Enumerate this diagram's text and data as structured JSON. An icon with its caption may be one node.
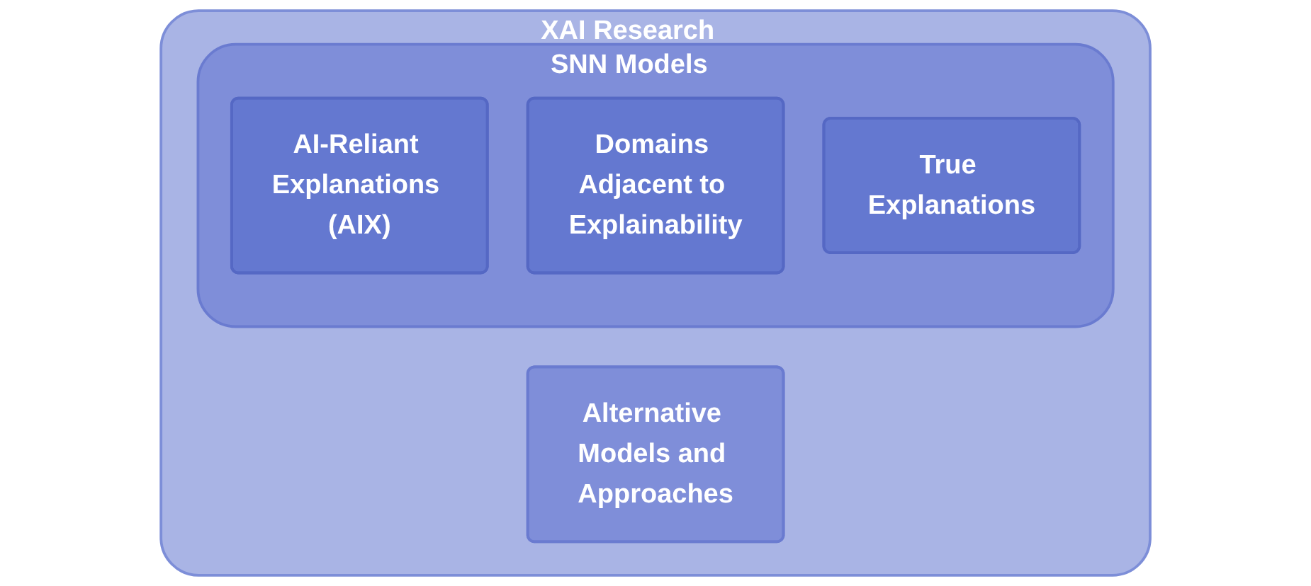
{
  "diagram": {
    "nodes": [
      {
        "text": [
          "XAI Research"
        ]
      },
      {
        "text": [
          "SNN Models"
        ],
        "in": 0
      },
      {
        "text": [
          "AI-Reliant Explanations (AIX)"
        ],
        "in": 1
      },
      {
        "text": [
          "Domains Adjacent to Explainability"
        ],
        "in": 1
      },
      {
        "text": [
          "True Explanations"
        ],
        "in": 1
      },
      {
        "text": [
          "Alternative Models and Approaches"
        ],
        "in": 0
      }
    ]
  }
}
